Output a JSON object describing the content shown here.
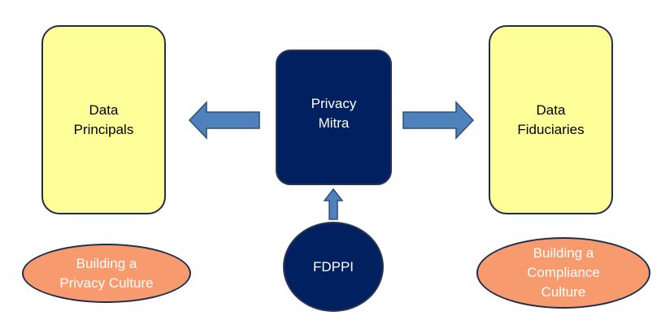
{
  "nodes": {
    "data_principals": "Data\nPrincipals",
    "privacy_mitra": "Privacy\nMitra",
    "data_fiduciaries": "Data\nFiduciaries",
    "fdppi": "FDPPI",
    "privacy_culture": "Building a\nPrivacy Culture",
    "compliance_culture": "Building a\nCompliance\nCulture"
  },
  "colors": {
    "yellow_fill": "#ffff99",
    "navy_fill": "#002060",
    "salmon_fill": "#f79a6e",
    "arrow_fill": "#4f81bd",
    "arrow_stroke": "#2e4e7a"
  }
}
